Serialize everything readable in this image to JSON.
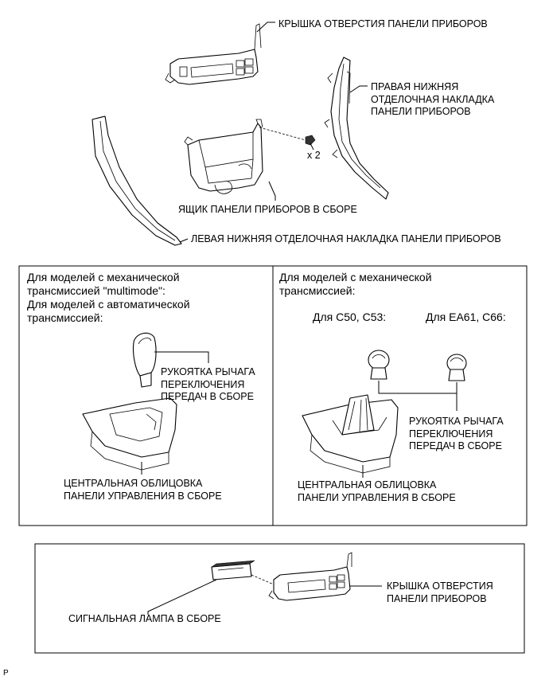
{
  "labels": {
    "hole_cover_top": "КРЫШКА ОТВЕРСТИЯ ПАНЕЛИ ПРИБОРОВ",
    "right_trim": "ПРАВАЯ НИЖНЯЯ\nОТДЕЛОЧНАЯ НАКЛАДКА\nПАНЕЛИ ПРИБОРОВ",
    "screw_qty": "x 2",
    "glove_box": "ЯЩИК ПАНЕЛИ ПРИБОРОВ В СБОРЕ",
    "left_trim": "ЛЕВАЯ НИЖНЯЯ ОТДЕЛОЧНАЯ НАКЛАДКА ПАНЕЛИ ПРИБОРОВ"
  },
  "left_box": {
    "title": "Для моделей с механической\nтрансмиссией \"multimode\":\nДля моделей с автоматической\nтрансмиссией:",
    "knob": "РУКОЯТКА РЫЧАГА\nПЕРЕКЛЮЧЕНИЯ\nПЕРЕДАЧ В СБОРЕ",
    "console": "ЦЕНТРАЛЬНАЯ ОБЛИЦОВКА\nПАНЕЛИ УПРАВЛЕНИЯ В СБОРЕ"
  },
  "right_box": {
    "title": "Для моделей с механической\nтрансмиссией:",
    "model_a": "Для C50, C53:",
    "model_b": "Для EA61, C66:",
    "knob": "РУКОЯТКА РЫЧАГА\nПЕРЕКЛЮЧЕНИЯ\nПЕРЕДАЧ В СБОРЕ",
    "console": "ЦЕНТРАЛЬНАЯ ОБЛИЦОВКА\nПАНЕЛИ УПРАВЛЕНИЯ В СБОРЕ"
  },
  "bottom_box": {
    "lamp": "СИГНАЛЬНАЯ ЛАМПА В СБОРЕ",
    "hole_cover": "КРЫШКА ОТВЕРСТИЯ\nПАНЕЛИ ПРИБОРОВ"
  },
  "footer": "P"
}
